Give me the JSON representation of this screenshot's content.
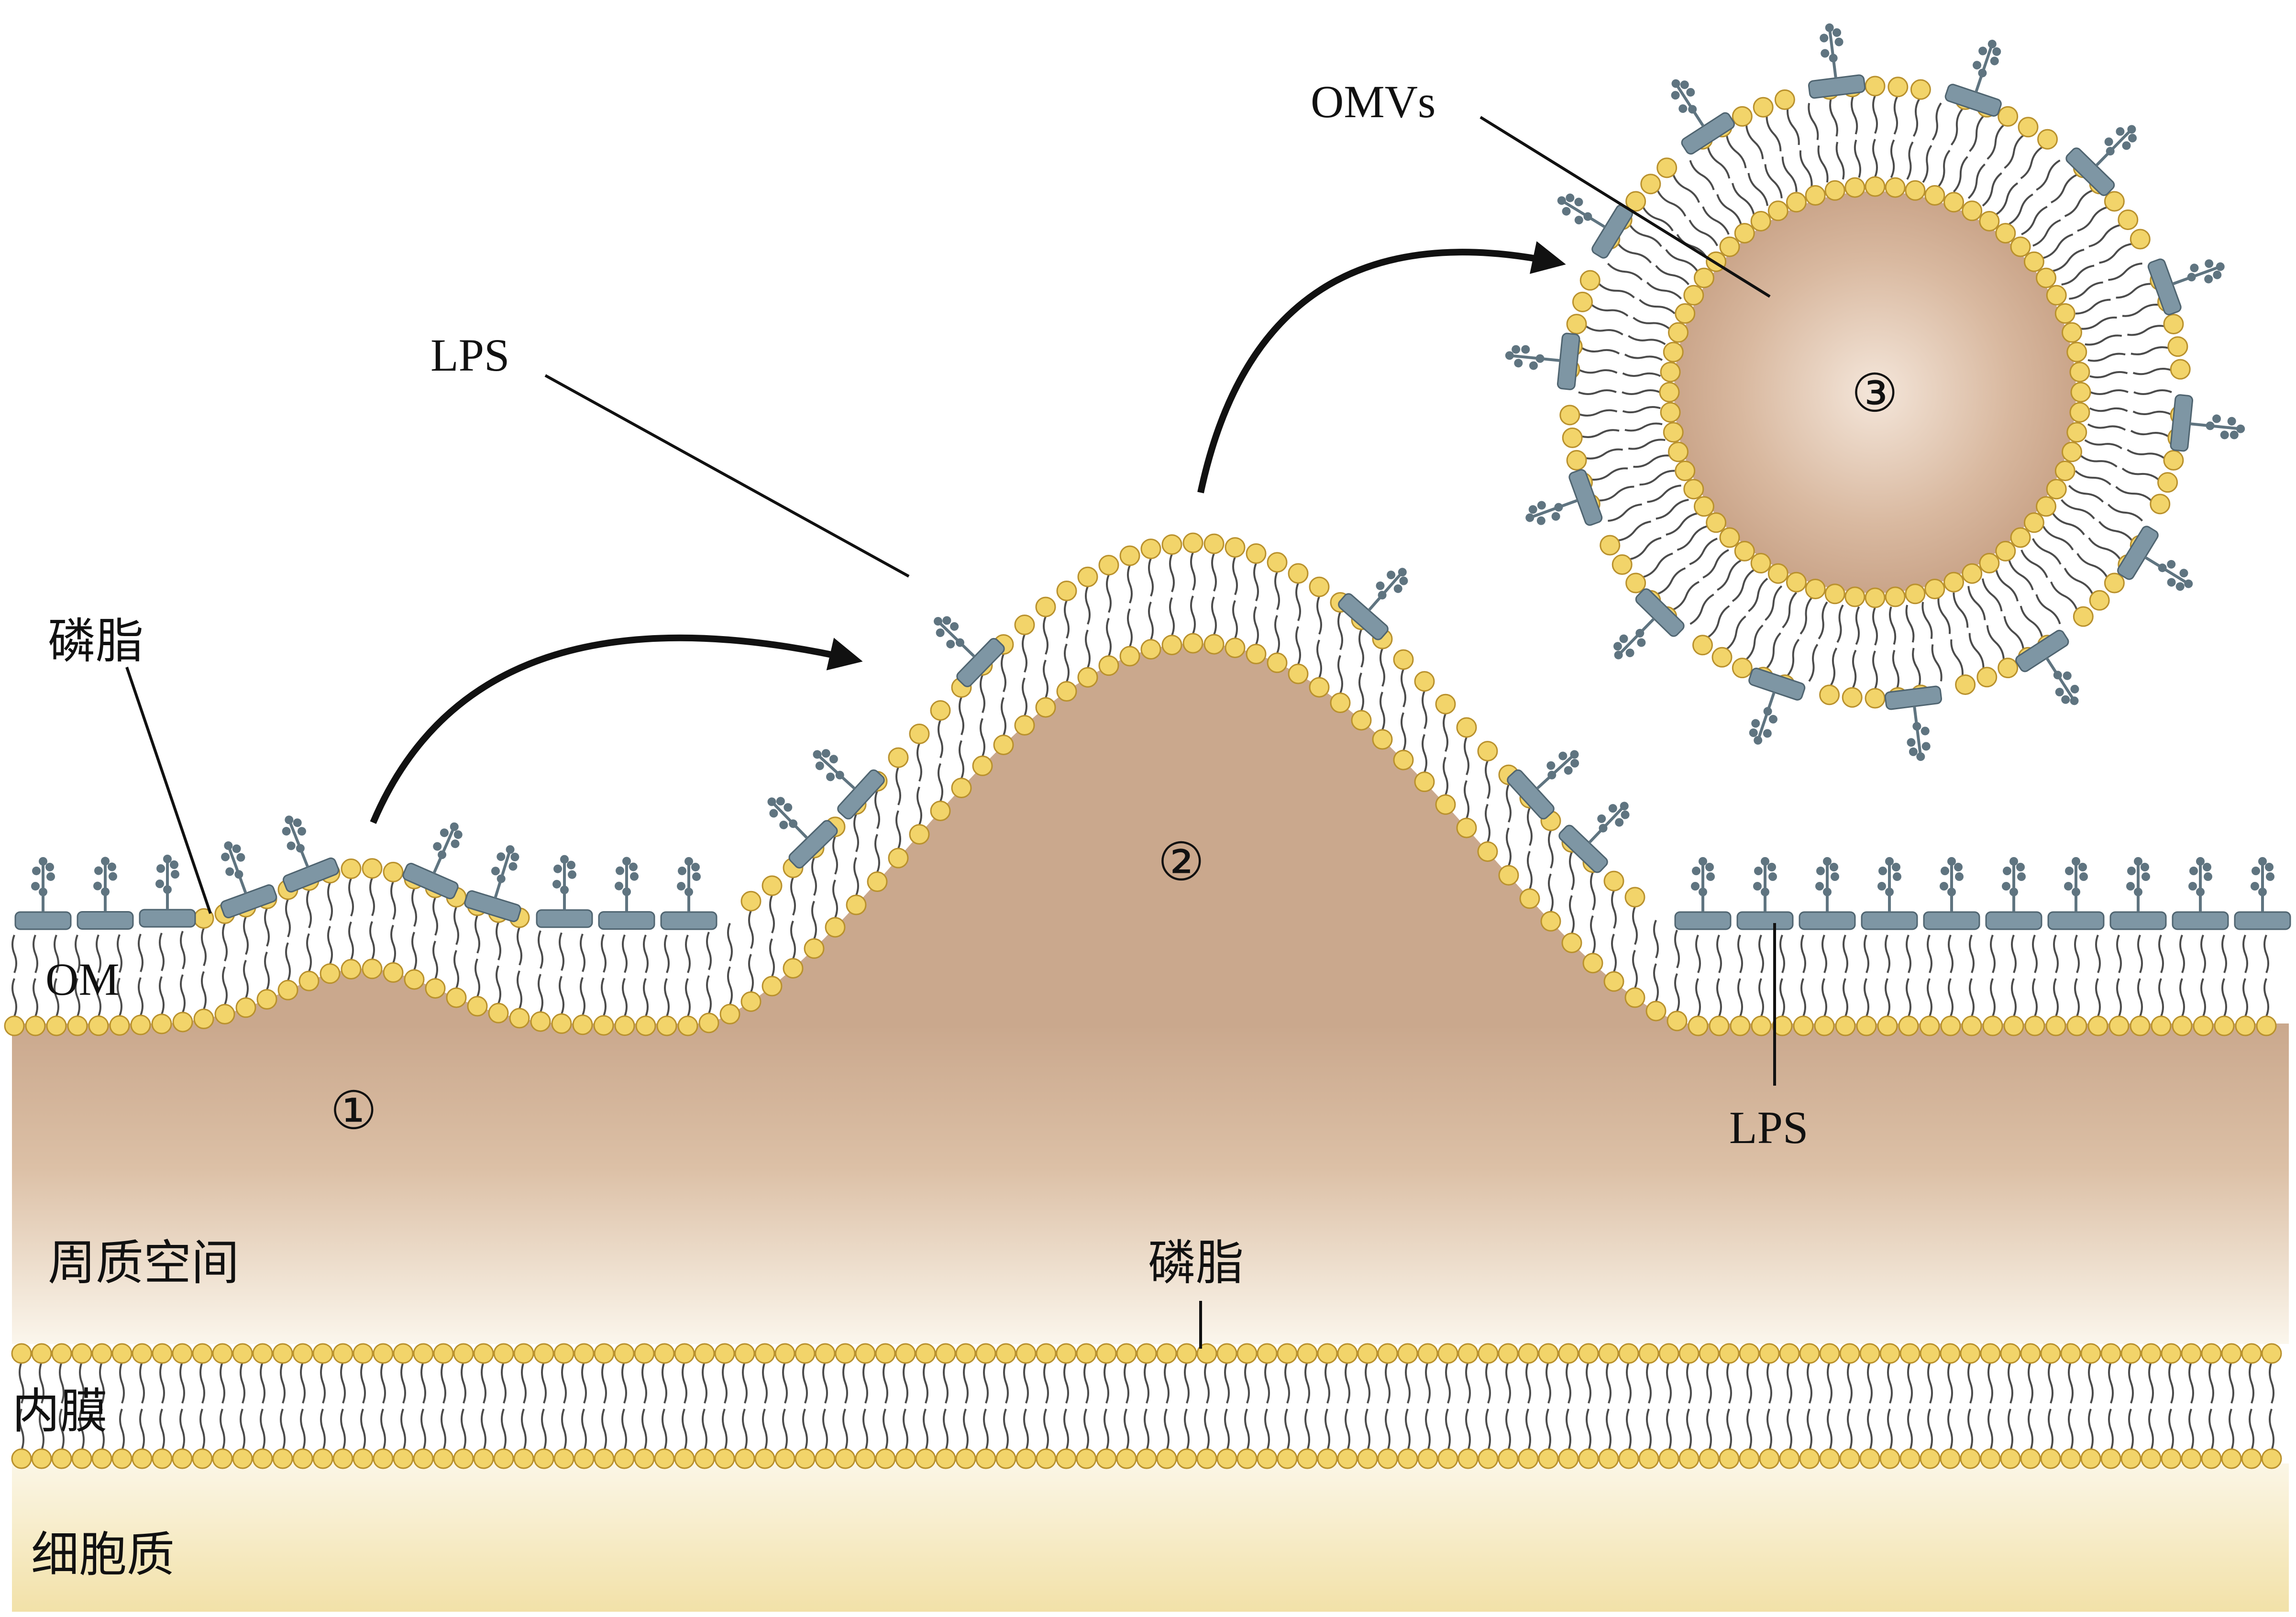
{
  "labels": {
    "phospholipid_top": "磷脂",
    "om": "OM",
    "lps_upper": "LPS",
    "omvs": "OMVs",
    "lps_right": "LPS",
    "periplasm": "周质空间",
    "phospholipid_inner": "磷脂",
    "inner_membrane": "内膜",
    "cytoplasm": "细胞质",
    "stage1": "①",
    "stage2": "②",
    "stage3": "③"
  },
  "colors": {
    "head": "#f2d46a",
    "head_stroke": "#b9912d",
    "tail": "#4c4c4c",
    "lps_core": "#7e96a4",
    "lps_core_stroke": "#4f6470",
    "lps_chain": "#5f7480",
    "periplasm_top": "#caa88d",
    "periplasm_bottom": "#fbf6ec",
    "cytoplasm_top": "#fbf5e0",
    "cytoplasm_bottom": "#f1dfa4",
    "vesicle_lumen": "#cfa98e",
    "arrow": "#111111"
  }
}
